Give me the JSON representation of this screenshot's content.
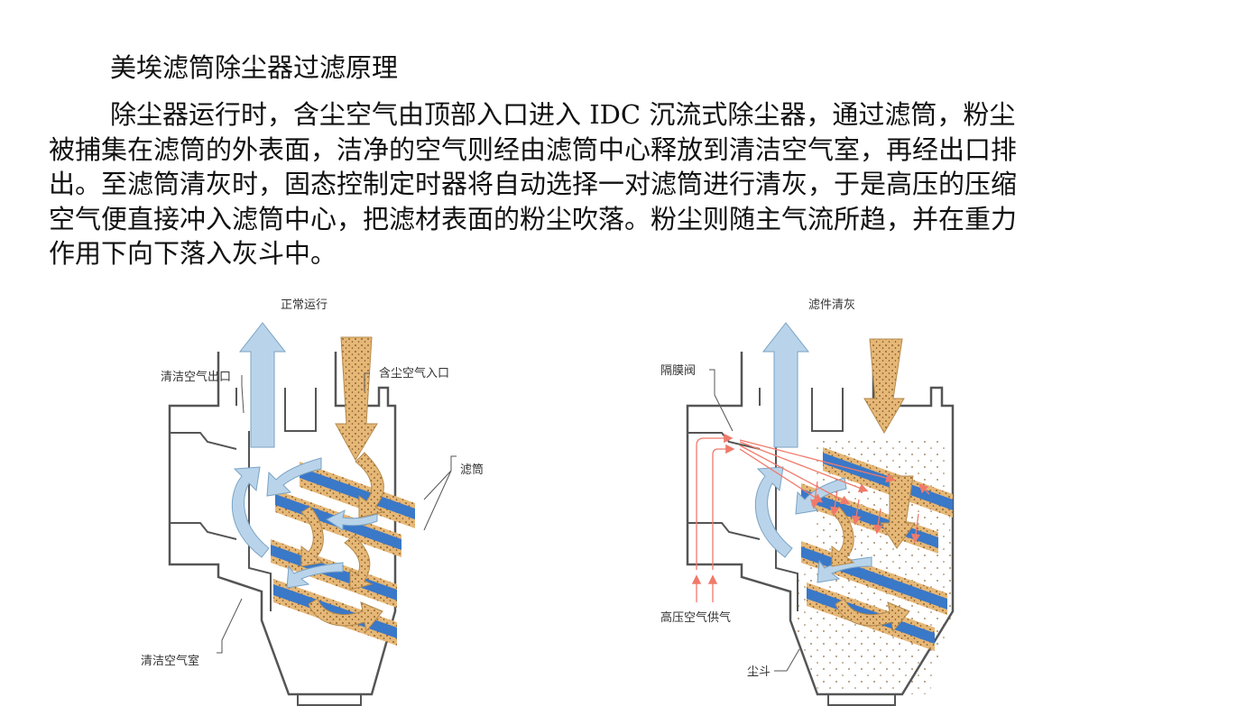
{
  "title": "美埃滤筒除尘器过滤原理",
  "paragraph_lines": [
    "除尘器运行时，含尘空气由顶部入口进入 IDC 沉流式除尘器，通过滤筒，粉尘",
    "被捕集在滤筒的外表面，洁净的空气则经由滤筒中心释放到清洁空气室，再经出口排",
    "出。至滤筒清灰时，固态控制定时器将自动选择一对滤筒进行清灰，于是高压的压缩",
    "空气便直接冲入滤筒中心，把滤材表面的粉尘吹落。粉尘则随主气流所趋，并在重力",
    "作用下向下落入灰斗中。"
  ],
  "figures": {
    "left": {
      "caption": "正常运行",
      "labels": {
        "outlet": "清洁空气出口",
        "inlet": "含尘空气入口",
        "filter": "滤筒",
        "clean_chamber": "清洁空气室"
      }
    },
    "right": {
      "caption": "滤件清灰",
      "labels": {
        "valve": "隔膜阀",
        "supply": "高压空气供气",
        "hopper": "尘斗"
      }
    }
  },
  "colors": {
    "clean_air": "#b9d4ea",
    "dusty_air": "#e6b877",
    "filter": "#3a78c8",
    "pulse": "#f07a6a",
    "outline": "#555555"
  }
}
